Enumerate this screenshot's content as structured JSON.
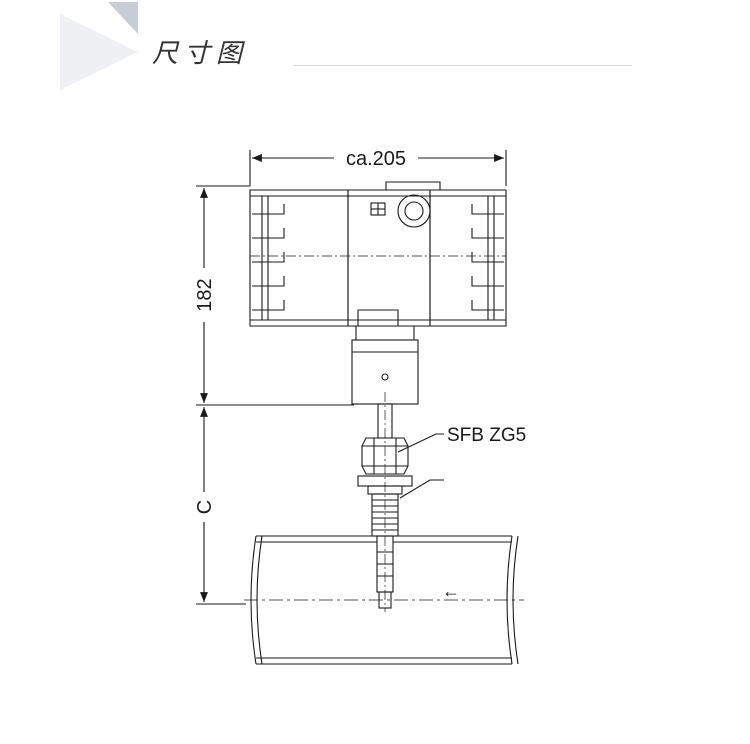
{
  "header": {
    "title": "尺寸图",
    "accent_color": "#c7cdd6"
  },
  "drawing": {
    "width_label": "ca.205",
    "height_label": "182",
    "depth_label": "C",
    "fitting_label": "SFB ZG5",
    "flow_arrow": "←",
    "line_color": "#1a1a1a"
  }
}
